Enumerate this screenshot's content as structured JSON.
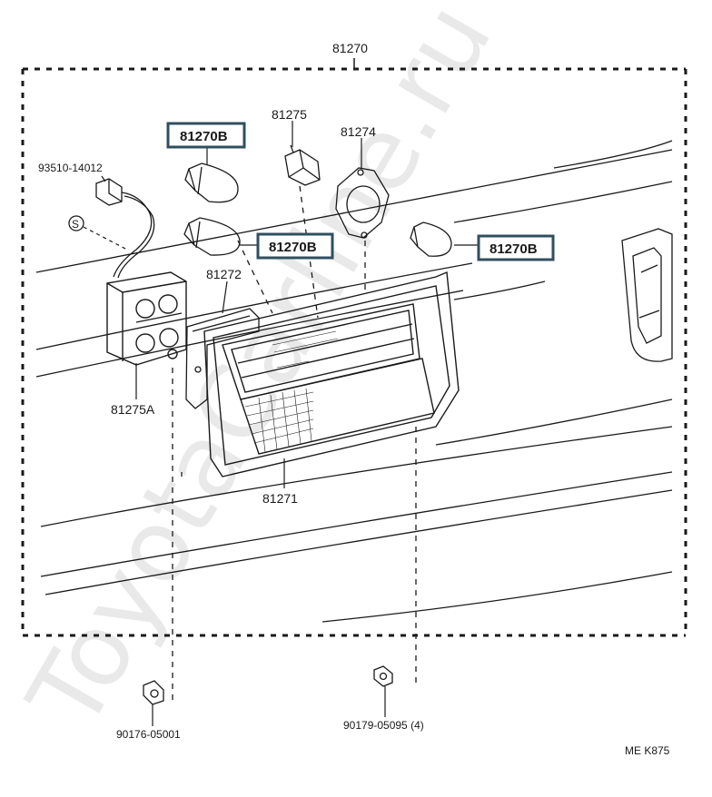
{
  "watermark": "ToyotaCarline.ru",
  "assembly_label": "81270",
  "part_labels": {
    "p81275": "81275",
    "p81274": "81274",
    "p93510": "93510-14012",
    "p81272": "81272",
    "p81275A": "81275A",
    "p81271": "81271",
    "p90176": "90176-05001",
    "p90179": "90179-05095 (4)"
  },
  "callouts": {
    "bulb_top": "81270B",
    "bulb_mid": "81270B",
    "bulb_right": "81270B"
  },
  "screw_symbol": "S",
  "diagram_code": "ME  K875",
  "colors": {
    "line": "#1a1a1a",
    "callout_border": "#2f4f5f",
    "watermark": "#e9e9e9"
  }
}
